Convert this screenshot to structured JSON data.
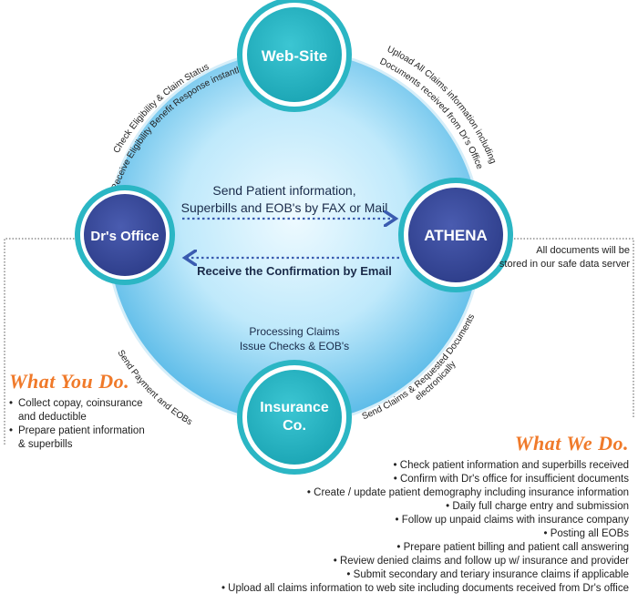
{
  "nodes": {
    "website": {
      "label": "Web-Site"
    },
    "drs_office": {
      "label": "Dr's Office"
    },
    "athena": {
      "label": "ATHENA"
    },
    "insurance": {
      "label_line1": "Insurance",
      "label_line2": "Co."
    }
  },
  "center": {
    "send_line1": "Send Patient information,",
    "send_line2": "Superbills and EOB's by FAX or Mail",
    "receive": "Receive the Confirmation by Email",
    "processing_line1": "Processing Claims",
    "processing_line2": "Issue Checks & EOB's"
  },
  "edges": {
    "top_left_line1": "Check Eligibility & Claim Status",
    "top_left_line2": "Receive Eligibility Benefit Response instantly",
    "top_right_line1": "Upload All Claims information including",
    "top_right_line2": "Documents received from Dr's Office",
    "bottom_left": "Send Payment and EOBs",
    "bottom_right_line1": "Send Claims & Requested Documents",
    "bottom_right_line2": "electronically"
  },
  "storage_note": {
    "line1": "All documents will be",
    "line2": "stored in our safe data server"
  },
  "what_you_do": {
    "title": "What You Do.",
    "items": [
      {
        "line1": "Collect copay, coinsurance",
        "line2": "and deductible"
      },
      {
        "line1": "Prepare patient information",
        "line2": "& superbills"
      }
    ]
  },
  "what_we_do": {
    "title": "What We Do.",
    "items": [
      "Check patient information and superbills received",
      "Confirm with Dr's office for insufficient documents",
      "Create / update patient demography including insurance information",
      "Daily full charge entry and submission",
      "Follow up unpaid claims with insurance company",
      "Posting all EOBs",
      "Prepare patient billing and patient call answering",
      "Review denied claims and follow up w/ insurance and provider",
      "Submit secondary and teriary insurance claims if applicable",
      "Upload all claims information to web site including documents received from Dr's office"
    ]
  },
  "colors": {
    "node_outer": "#2bb6c4",
    "node_inner": "#3d4f9f",
    "website_inner": "#26b0c0",
    "circle_light": "#e8f7fd",
    "circle_mid": "#8fd6f3",
    "circle_edge": "#4fb4e4",
    "arrow": "#3a5bb0",
    "accent": "#f07a2a"
  }
}
